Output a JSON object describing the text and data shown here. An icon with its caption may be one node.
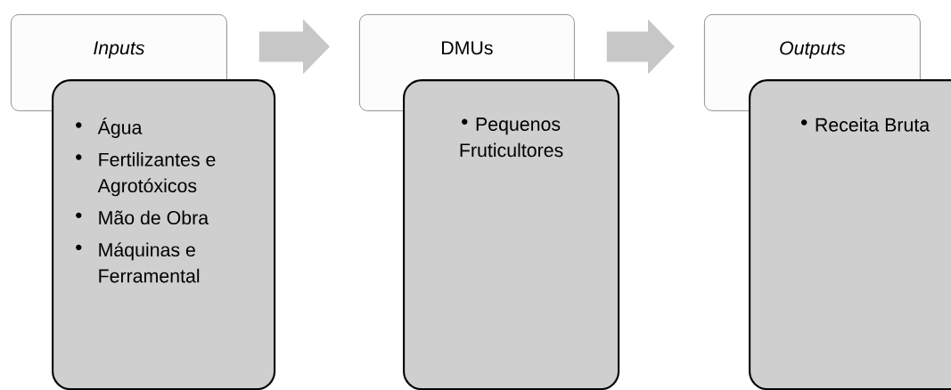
{
  "diagram": {
    "nodes": [
      {
        "text": [
          "Inputs"
        ]
      },
      {
        "text": [
          "Água",
          "Fertilizantes e Agrotóxicos",
          "Mão de Obra",
          "Máquinas e Ferramental"
        ]
      },
      {
        "text": [
          "DMUs"
        ]
      },
      {
        "text": [
          "Pequenos Fruticultores"
        ]
      },
      {
        "text": [
          "Outputs"
        ]
      },
      {
        "text": [
          "Receita Bruta"
        ]
      }
    ],
    "edges": [
      {
        "from": 0,
        "to": 2,
        "arrow": "to"
      },
      {
        "from": 2,
        "to": 4,
        "arrow": "to"
      }
    ]
  }
}
